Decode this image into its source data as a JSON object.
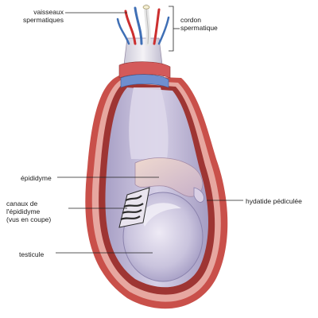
{
  "labels": {
    "vaisseaux": "vaisseaux\nspermatiques",
    "cordon": "cordon\nspermatique",
    "epididyme": "épididyme",
    "canaux": "canaux de\nl'épididyme\n(vus en coupe)",
    "hydatide": "hydatide pédiculée",
    "testicule": "testicule"
  },
  "colors": {
    "tunic_outer": "#c9504a",
    "tunic_mid": "#e7a7a0",
    "tunic_inner": "#9e3533",
    "sac_inner": "#b7b0cf",
    "testis": "#c9c3dd",
    "testis_highlight": "#e7e3f0",
    "artery": "#cc2f2f",
    "vein": "#3f6fb5",
    "cord_sheath": "#ece6e6",
    "leader_line": "#222222"
  }
}
